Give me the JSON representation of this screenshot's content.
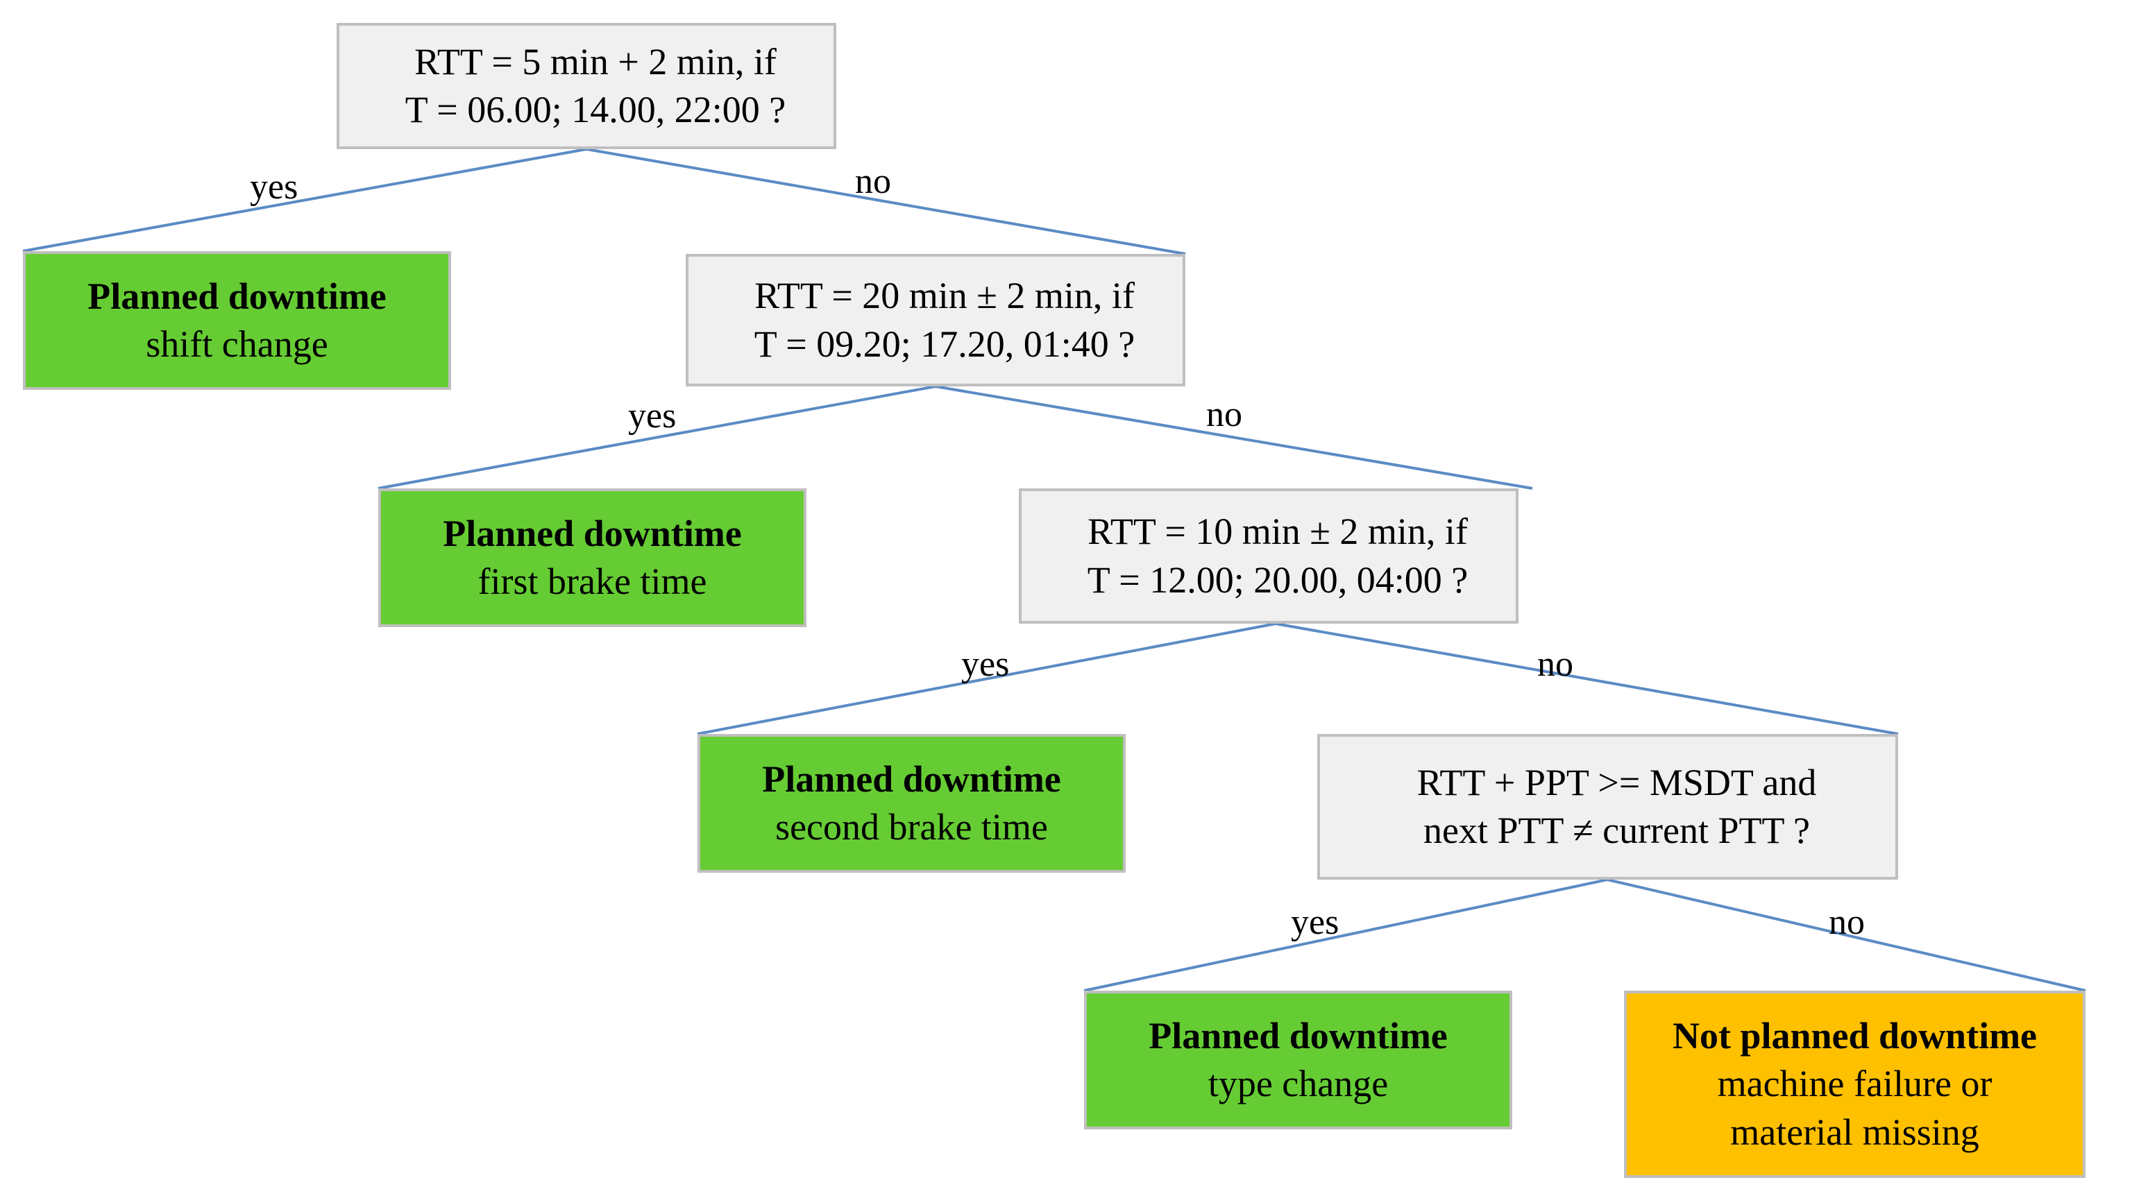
{
  "diagram": {
    "title": "Downtime classification decision tree",
    "colors": {
      "decision_fill": "#f0f0f0",
      "node_border": "#bfbfbf",
      "planned_fill": "#66cc33",
      "not_planned_fill": "#ffc000",
      "edge_line": "#5b8bc4",
      "text": "#000000"
    },
    "nodes": [
      {
        "id": "d1",
        "kind": "decision",
        "line1": "RTT = 5 min + 2 min, if",
        "line2": "T = 06.00; 14.00, 22:00 ?"
      },
      {
        "id": "d2",
        "kind": "decision",
        "line1": "RTT = 20 min ± 2 min, if",
        "line2": "T = 09.20; 17.20, 01:40 ?"
      },
      {
        "id": "d3",
        "kind": "decision",
        "line1": "RTT = 10 min ± 2 min, if",
        "line2": "T = 12.00; 20.00, 04:00 ?"
      },
      {
        "id": "d4",
        "kind": "decision",
        "line1": "RTT + PPT >= MSDT and",
        "line2": "next PTT ≠  current PTT ?"
      },
      {
        "id": "l1",
        "kind": "leaf-green",
        "line1": "Planned downtime",
        "line2": "shift change"
      },
      {
        "id": "l2",
        "kind": "leaf-green",
        "line1": "Planned downtime",
        "line2": "first brake time"
      },
      {
        "id": "l3",
        "kind": "leaf-green",
        "line1": "Planned downtime",
        "line2": "second brake time"
      },
      {
        "id": "l4",
        "kind": "leaf-green",
        "line1": "Planned downtime",
        "line2": "type change"
      },
      {
        "id": "l5",
        "kind": "leaf-orange",
        "line1": "Not planned downtime",
        "line2": "machine failure or",
        "line3": "material missing"
      }
    ],
    "edge_labels": {
      "d1_yes": "yes",
      "d1_no": "no",
      "d2_yes": "yes",
      "d2_no": "no",
      "d3_yes": "yes",
      "d3_no": "no",
      "d4_yes": "yes",
      "d4_no": "no"
    }
  }
}
